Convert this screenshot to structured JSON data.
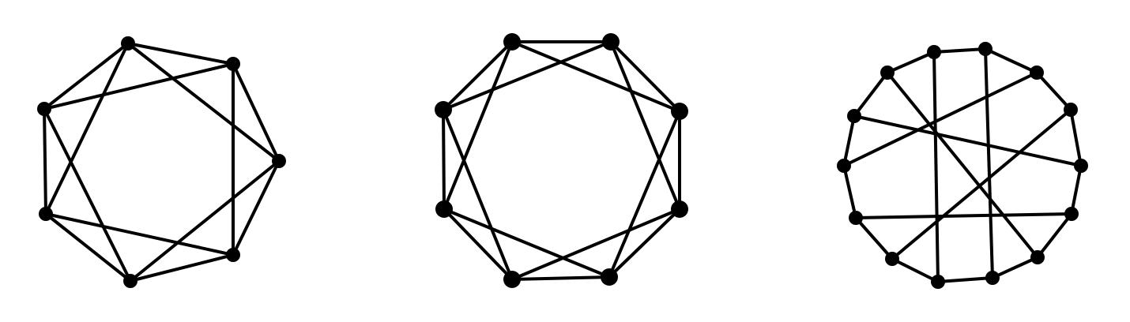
{
  "figure": {
    "background": "#ffffff",
    "stroke_color": "#000000",
    "node_color": "#000000",
    "graphs": [
      {
        "id": "graph-7",
        "node_count": 7,
        "edges": [
          [
            0,
            1
          ],
          [
            1,
            2
          ],
          [
            2,
            3
          ],
          [
            3,
            4
          ],
          [
            4,
            5
          ],
          [
            5,
            6
          ],
          [
            6,
            0
          ],
          [
            0,
            2
          ],
          [
            1,
            3
          ],
          [
            2,
            4
          ],
          [
            3,
            5
          ],
          [
            4,
            6
          ],
          [
            5,
            0
          ],
          [
            6,
            1
          ]
        ]
      },
      {
        "id": "graph-8",
        "node_count": 8,
        "edges": [
          [
            0,
            1
          ],
          [
            1,
            2
          ],
          [
            2,
            3
          ],
          [
            3,
            4
          ],
          [
            4,
            5
          ],
          [
            5,
            6
          ],
          [
            6,
            7
          ],
          [
            7,
            0
          ],
          [
            0,
            2
          ],
          [
            1,
            3
          ],
          [
            2,
            4
          ],
          [
            3,
            5
          ],
          [
            4,
            6
          ],
          [
            5,
            7
          ],
          [
            6,
            0
          ],
          [
            7,
            1
          ]
        ]
      },
      {
        "id": "graph-14",
        "node_count": 14,
        "edges": [
          [
            0,
            1
          ],
          [
            1,
            2
          ],
          [
            2,
            3
          ],
          [
            3,
            4
          ],
          [
            4,
            5
          ],
          [
            5,
            6
          ],
          [
            6,
            7
          ],
          [
            7,
            8
          ],
          [
            8,
            9
          ],
          [
            9,
            10
          ],
          [
            10,
            11
          ],
          [
            11,
            12
          ],
          [
            12,
            13
          ],
          [
            13,
            0
          ],
          [
            0,
            8
          ],
          [
            1,
            7
          ],
          [
            2,
            11
          ],
          [
            3,
            9
          ],
          [
            4,
            12
          ],
          [
            5,
            10
          ],
          [
            6,
            13
          ]
        ]
      }
    ]
  }
}
